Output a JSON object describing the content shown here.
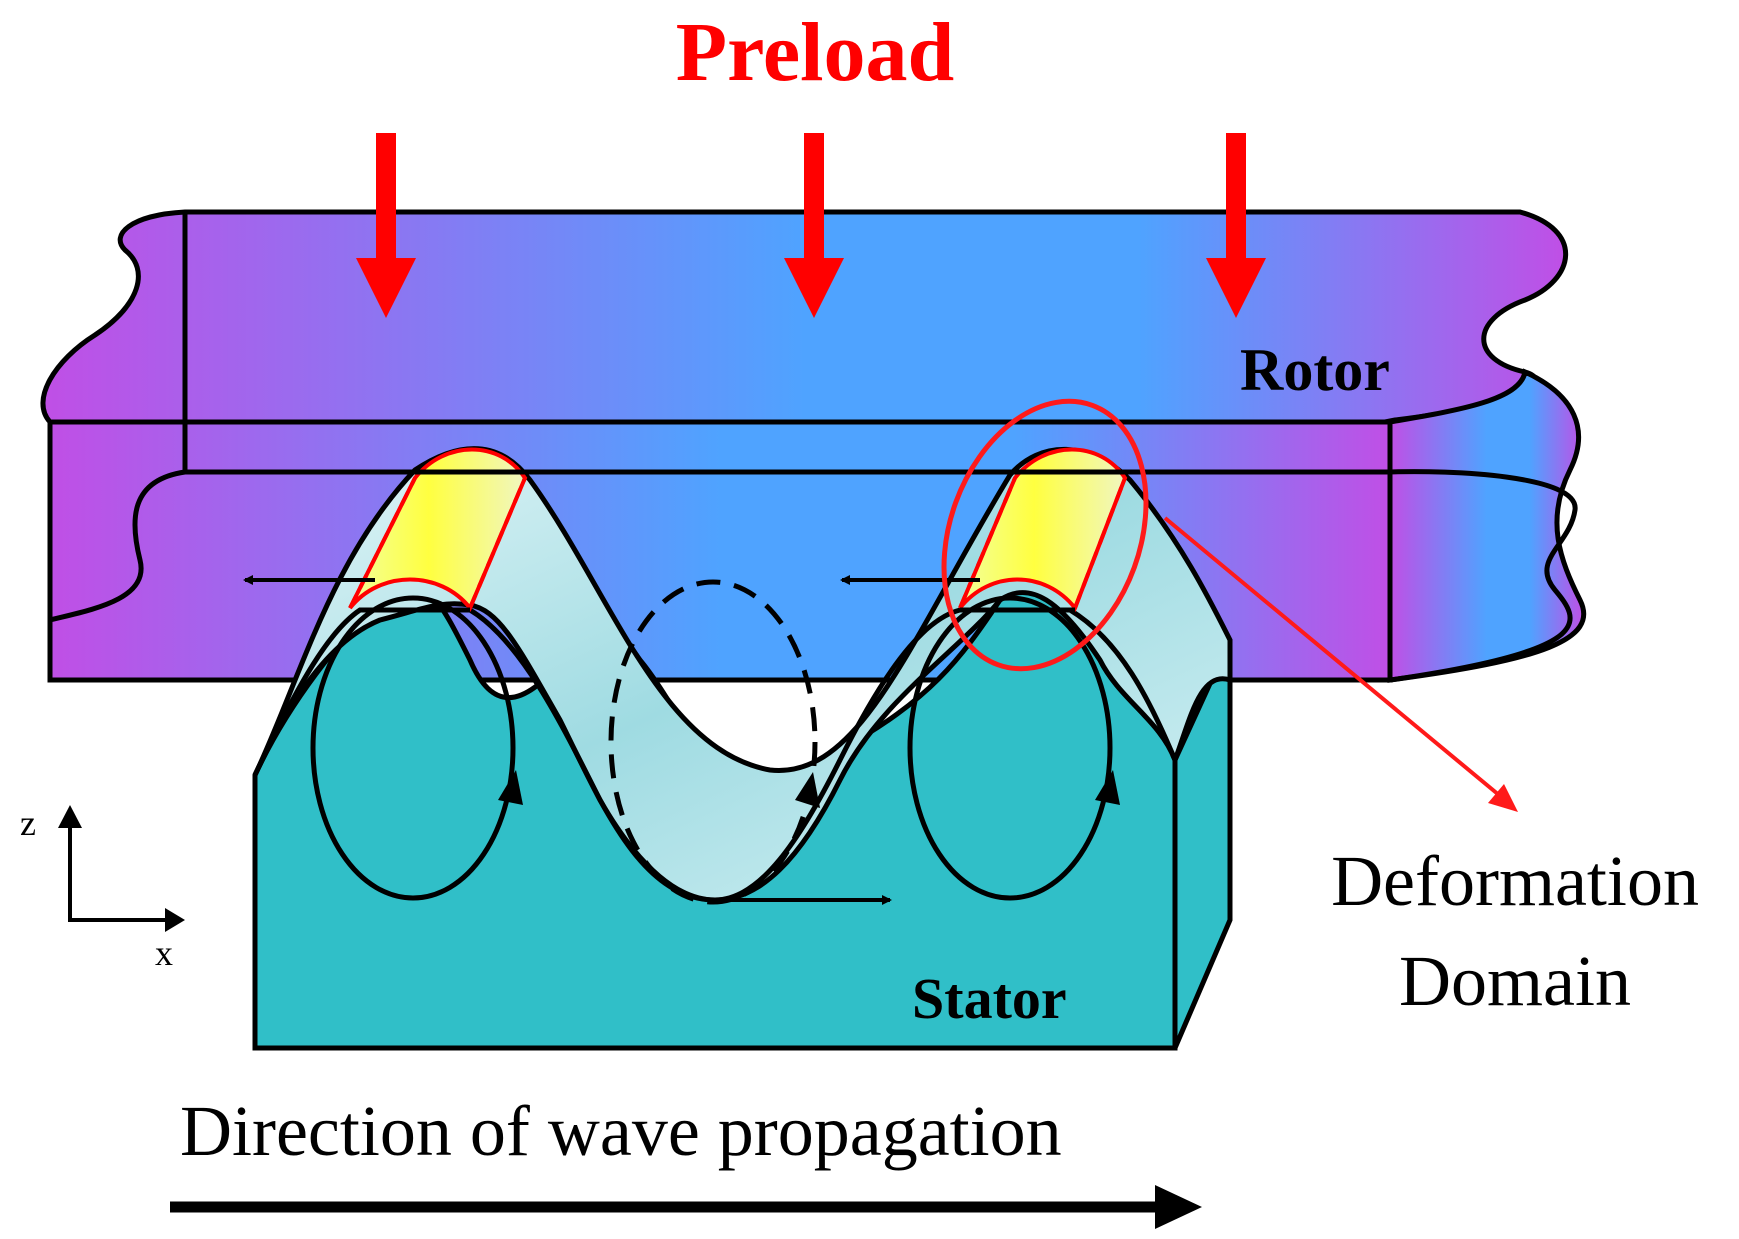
{
  "labels": {
    "preload": "Preload",
    "rotor": "Rotor",
    "stator": "Stator",
    "deformation_line1": "Deformation",
    "deformation_line2": "Domain",
    "wave_direction": "Direction of wave propagation",
    "axis_z": "z",
    "axis_x": "x"
  },
  "colors": {
    "preload": "#ff0000",
    "rotor_edge": "#c04fe6",
    "rotor_center": "#4fa3ff",
    "stator": "#30bfc8",
    "wave_sheet": "#bfe7ec",
    "contact_patch": "#ffff3c",
    "deformation_ring": "#ff1a1a",
    "outline": "#000000"
  }
}
